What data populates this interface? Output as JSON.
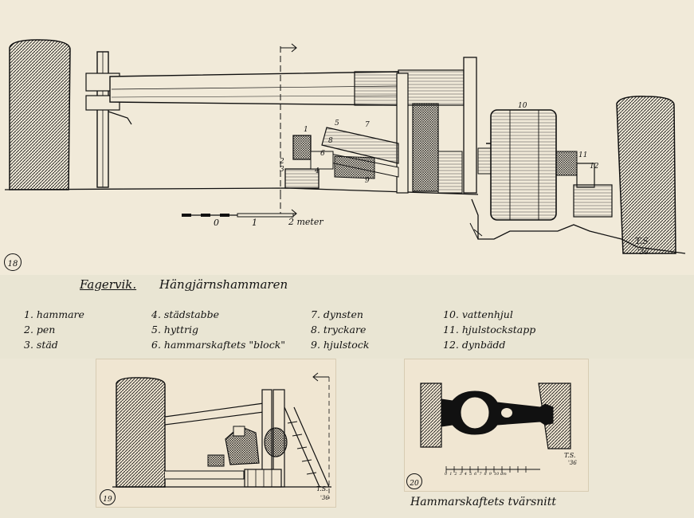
{
  "figures": {
    "main": {
      "number": "18",
      "initials": "T.S.",
      "year": "'36"
    },
    "small_left": {
      "number": "19",
      "initials": "T.S.",
      "year": "'36"
    },
    "small_right": {
      "number": "20",
      "initials": "T.S.",
      "year": "'36",
      "caption": "Hammarskaftets tvärsnitt"
    }
  },
  "scale_bar": {
    "labels": [
      "0",
      "1",
      "2 meter"
    ]
  },
  "callouts": [
    "1",
    "2",
    "3",
    "4",
    "5",
    "6",
    "7",
    "8",
    "9",
    "10",
    "11",
    "12"
  ],
  "caption": {
    "place": "Fagervik.",
    "title": "Hängjärnshammaren",
    "legend": [
      [
        "1. hammare",
        "2. pen",
        "3. städ"
      ],
      [
        "4. städstabbe",
        "5. hyttrig",
        "6. hammarskaftets \"block\""
      ],
      [
        "7. dynsten",
        "8. tryckare",
        "9. hjulstock"
      ],
      [
        "10. vattenhjul",
        "11. hjulstockstapp",
        "12. dynbädd"
      ]
    ]
  },
  "small_scale": {
    "labels": [
      "0",
      "1",
      "2",
      "3",
      "4",
      "5",
      "6",
      "7",
      "8",
      "9",
      "10 dm"
    ]
  },
  "palette": {
    "ink": "#1a1a1a",
    "paper": "#f1ead9",
    "card": "#f0e6d2"
  }
}
